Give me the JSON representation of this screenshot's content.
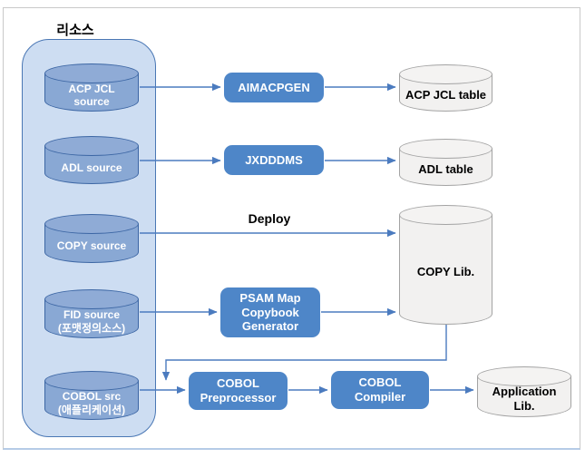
{
  "resources_group": {
    "title": "리소스",
    "cylinders": [
      {
        "label": "ACP JCL\nsource"
      },
      {
        "label": "ADL source"
      },
      {
        "label": "COPY source"
      },
      {
        "label": "FID source\n(포맷정의소스)"
      },
      {
        "label": "COBOL src\n(애플리케이션)"
      }
    ]
  },
  "processes": [
    {
      "label": "AIMACPGEN"
    },
    {
      "label": "JXDDDMS"
    },
    {
      "label": "PSAM Map\nCopybook\nGenerator"
    },
    {
      "label": "COBOL\nPreprocessor"
    },
    {
      "label": "COBOL\nCompiler"
    }
  ],
  "outputs": [
    {
      "label": "ACP JCL table"
    },
    {
      "label": "ADL table"
    },
    {
      "label": "COPY Lib."
    },
    {
      "label": "Application\nLib."
    }
  ],
  "labels": {
    "deploy": "Deploy"
  },
  "colors": {
    "group_fill": "#cdddf2",
    "group_border": "#4a77b4",
    "source_cylinder_fill": "#89a8d4",
    "source_cylinder_border": "#3c66a4",
    "source_cylinder_text": "#ffffff",
    "process_fill": "#4e86c8",
    "process_text": "#ffffff",
    "output_cylinder_fill": "#f2f1f0",
    "output_cylinder_border": "#a3a3a3",
    "output_cylinder_text": "#000000",
    "arrow": "#4b7bbf",
    "frame_border": "#c9c9c9",
    "frame_bottom_border": "#b5cbe7",
    "background": "#ffffff"
  }
}
